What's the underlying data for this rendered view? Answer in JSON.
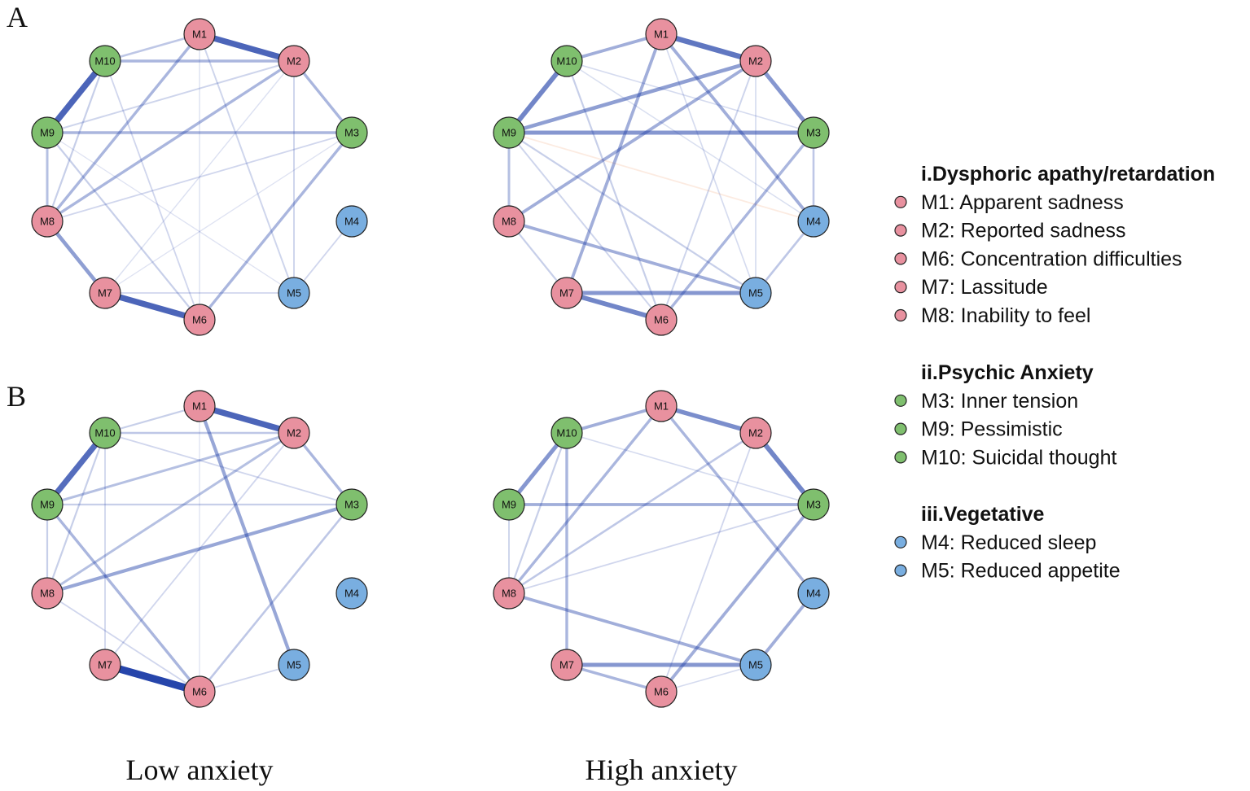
{
  "panel_labels": [
    "A",
    "B"
  ],
  "column_labels": [
    "Low anxiety",
    "High anxiety"
  ],
  "colors": {
    "dysphoric": "#e8919f",
    "psychic": "#7fbf6e",
    "vegetative": "#79aee0",
    "positive_edge": "#1f3fa8",
    "negative_edge": "#f0a070"
  },
  "nodes": [
    {
      "id": "M1",
      "group": "dysphoric"
    },
    {
      "id": "M2",
      "group": "dysphoric"
    },
    {
      "id": "M3",
      "group": "psychic"
    },
    {
      "id": "M4",
      "group": "vegetative"
    },
    {
      "id": "M5",
      "group": "vegetative"
    },
    {
      "id": "M6",
      "group": "dysphoric"
    },
    {
      "id": "M7",
      "group": "dysphoric"
    },
    {
      "id": "M8",
      "group": "dysphoric"
    },
    {
      "id": "M9",
      "group": "psychic"
    },
    {
      "id": "M10",
      "group": "psychic"
    }
  ],
  "networks": [
    {
      "panel": "A",
      "column": "Low anxiety",
      "edges": [
        [
          "M1",
          "M2",
          0.8
        ],
        [
          "M9",
          "M10",
          0.8
        ],
        [
          "M7",
          "M6",
          0.8
        ],
        [
          "M8",
          "M7",
          0.45
        ],
        [
          "M10",
          "M2",
          0.3
        ],
        [
          "M9",
          "M3",
          0.3
        ],
        [
          "M1",
          "M8",
          0.3
        ],
        [
          "M2",
          "M8",
          0.3
        ],
        [
          "M2",
          "M3",
          0.3
        ],
        [
          "M3",
          "M6",
          0.3
        ],
        [
          "M9",
          "M8",
          0.25
        ],
        [
          "M1",
          "M10",
          0.2
        ],
        [
          "M10",
          "M8",
          0.15
        ],
        [
          "M9",
          "M6",
          0.15
        ],
        [
          "M2",
          "M9",
          0.12
        ],
        [
          "M1",
          "M5",
          0.12
        ],
        [
          "M2",
          "M5",
          0.12
        ],
        [
          "M10",
          "M6",
          0.1
        ],
        [
          "M3",
          "M8",
          0.1
        ],
        [
          "M7",
          "M5",
          0.1
        ],
        [
          "M4",
          "M5",
          0.1
        ],
        [
          "M1",
          "M6",
          0.05
        ],
        [
          "M2",
          "M7",
          0.05
        ],
        [
          "M3",
          "M7",
          0.04
        ],
        [
          "M9",
          "M5",
          0.04
        ]
      ]
    },
    {
      "panel": "A",
      "column": "High anxiety",
      "edges": [
        [
          "M1",
          "M2",
          0.7
        ],
        [
          "M9",
          "M10",
          0.6
        ],
        [
          "M7",
          "M6",
          0.6
        ],
        [
          "M2",
          "M3",
          0.5
        ],
        [
          "M9",
          "M3",
          0.5
        ],
        [
          "M7",
          "M5",
          0.5
        ],
        [
          "M9",
          "M2",
          0.45
        ],
        [
          "M1",
          "M10",
          0.35
        ],
        [
          "M1",
          "M7",
          0.35
        ],
        [
          "M8",
          "M2",
          0.35
        ],
        [
          "M1",
          "M4",
          0.35
        ],
        [
          "M8",
          "M5",
          0.35
        ],
        [
          "M6",
          "M3",
          0.3
        ],
        [
          "M9",
          "M8",
          0.25
        ],
        [
          "M3",
          "M4",
          0.2
        ],
        [
          "M4",
          "M5",
          0.2
        ],
        [
          "M9",
          "M5",
          0.15
        ],
        [
          "M10",
          "M6",
          0.15
        ],
        [
          "M2",
          "M6",
          0.12
        ],
        [
          "M8",
          "M7",
          0.15
        ],
        [
          "M9",
          "M6",
          0.12
        ],
        [
          "M10",
          "M3",
          0.08
        ],
        [
          "M1",
          "M5",
          0.08
        ],
        [
          "M2",
          "M5",
          0.08
        ],
        [
          "M9",
          "M4",
          -0.1
        ],
        [
          "M10",
          "M4",
          0.06
        ]
      ]
    },
    {
      "panel": "B",
      "column": "Low anxiety",
      "edges": [
        [
          "M7",
          "M6",
          1.0
        ],
        [
          "M1",
          "M2",
          0.8
        ],
        [
          "M9",
          "M10",
          0.75
        ],
        [
          "M8",
          "M3",
          0.4
        ],
        [
          "M1",
          "M5",
          0.4
        ],
        [
          "M2",
          "M3",
          0.3
        ],
        [
          "M10",
          "M2",
          0.2
        ],
        [
          "M9",
          "M2",
          0.25
        ],
        [
          "M9",
          "M6",
          0.3
        ],
        [
          "M8",
          "M2",
          0.25
        ],
        [
          "M3",
          "M6",
          0.2
        ],
        [
          "M9",
          "M3",
          0.15
        ],
        [
          "M1",
          "M10",
          0.15
        ],
        [
          "M9",
          "M8",
          0.15
        ],
        [
          "M10",
          "M8",
          0.15
        ],
        [
          "M8",
          "M6",
          0.1
        ],
        [
          "M10",
          "M7",
          0.1
        ],
        [
          "M2",
          "M7",
          0.1
        ],
        [
          "M6",
          "M5",
          0.1
        ],
        [
          "M10",
          "M3",
          0.1
        ],
        [
          "M1",
          "M6",
          0.04
        ]
      ]
    },
    {
      "panel": "B",
      "column": "High anxiety",
      "edges": [
        [
          "M2",
          "M3",
          0.6
        ],
        [
          "M1",
          "M2",
          0.55
        ],
        [
          "M7",
          "M5",
          0.5
        ],
        [
          "M9",
          "M10",
          0.5
        ],
        [
          "M9",
          "M3",
          0.35
        ],
        [
          "M1",
          "M10",
          0.35
        ],
        [
          "M3",
          "M6",
          0.35
        ],
        [
          "M4",
          "M5",
          0.35
        ],
        [
          "M8",
          "M5",
          0.35
        ],
        [
          "M1",
          "M8",
          0.3
        ],
        [
          "M7",
          "M6",
          0.3
        ],
        [
          "M10",
          "M7",
          0.3
        ],
        [
          "M1",
          "M4",
          0.3
        ],
        [
          "M8",
          "M2",
          0.2
        ],
        [
          "M10",
          "M8",
          0.15
        ],
        [
          "M9",
          "M8",
          0.12
        ],
        [
          "M2",
          "M6",
          0.1
        ],
        [
          "M3",
          "M8",
          0.1
        ],
        [
          "M10",
          "M3",
          0.08
        ],
        [
          "M6",
          "M5",
          0.08
        ]
      ]
    }
  ],
  "legend": [
    {
      "heading": "i.Dysphoric apathy/retardation",
      "group": "dysphoric",
      "items": [
        "M1: Apparent sadness",
        "M2: Reported sadness",
        "M6: Concentration difficulties",
        "M7: Lassitude",
        "M8: Inability to feel"
      ]
    },
    {
      "heading": "ii.Psychic Anxiety",
      "group": "psychic",
      "items": [
        "M3: Inner tension",
        "M9: Pessimistic",
        "M10: Suicidal thought"
      ]
    },
    {
      "heading": "iii.Vegetative",
      "group": "vegetative",
      "items": [
        "M4: Reduced sleep",
        "M5: Reduced appetite"
      ]
    }
  ]
}
